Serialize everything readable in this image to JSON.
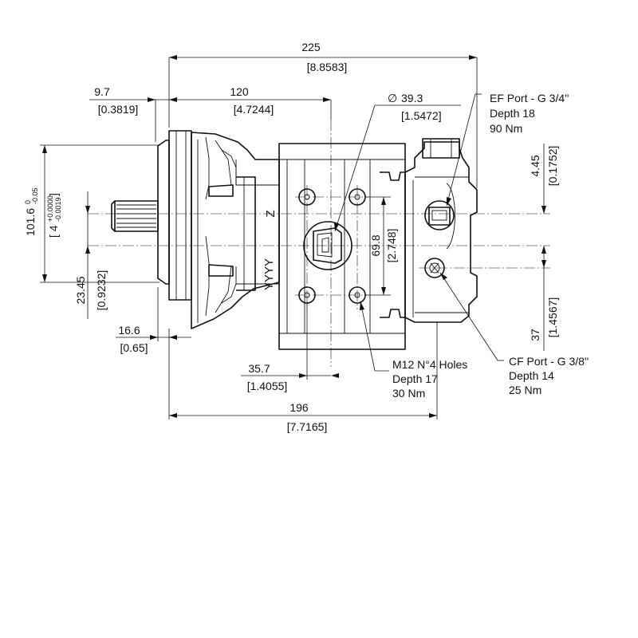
{
  "dimensions": {
    "overall_length": {
      "mm": "225",
      "inch": "[8.8583]"
    },
    "shaft_to_flange": {
      "mm": "9.7",
      "inch": "[0.3819]"
    },
    "flange_to_center": {
      "mm": "120",
      "inch": "[4.7244]"
    },
    "port_diameter": {
      "symbol": "∅",
      "mm": "39.3",
      "inch": "[1.5472]"
    },
    "pilot_diameter": {
      "mm": "101.6",
      "mm_tol_upper": "0",
      "mm_tol_lower": "-0.05",
      "inch_open": "[ 4",
      "inch_tol_upper": "+0.0000",
      "inch_tol_lower": "-0.0019",
      "inch_close": "]"
    },
    "shaft_offset": {
      "mm": "23.45",
      "inch": "[0.9232]"
    },
    "hole_spacing": {
      "mm": "69.8",
      "inch": "[2.748]"
    },
    "port_offset_top": {
      "mm": "4.45",
      "inch": "[0.1752]"
    },
    "port_offset_bottom": {
      "mm": "37",
      "inch": "[1.4567]"
    },
    "flange_thickness": {
      "mm": "16.6",
      "inch": "[0.65]"
    },
    "hole_to_center": {
      "mm": "35.7",
      "inch": "[1.4055]"
    },
    "body_length": {
      "mm": "196",
      "inch": "[7.7165]"
    }
  },
  "callouts": {
    "ef_port": [
      "EF Port - G 3/4''",
      "Depth 18",
      "90 Nm"
    ],
    "cf_port": [
      "CF Port - G 3/8''",
      "Depth 14",
      "25 Nm"
    ],
    "mounting_holes": [
      "M12 N°4 Holes",
      "Depth 17",
      "30 Nm"
    ]
  },
  "markings": {
    "z": "Z",
    "yyyy": "YYYY"
  }
}
